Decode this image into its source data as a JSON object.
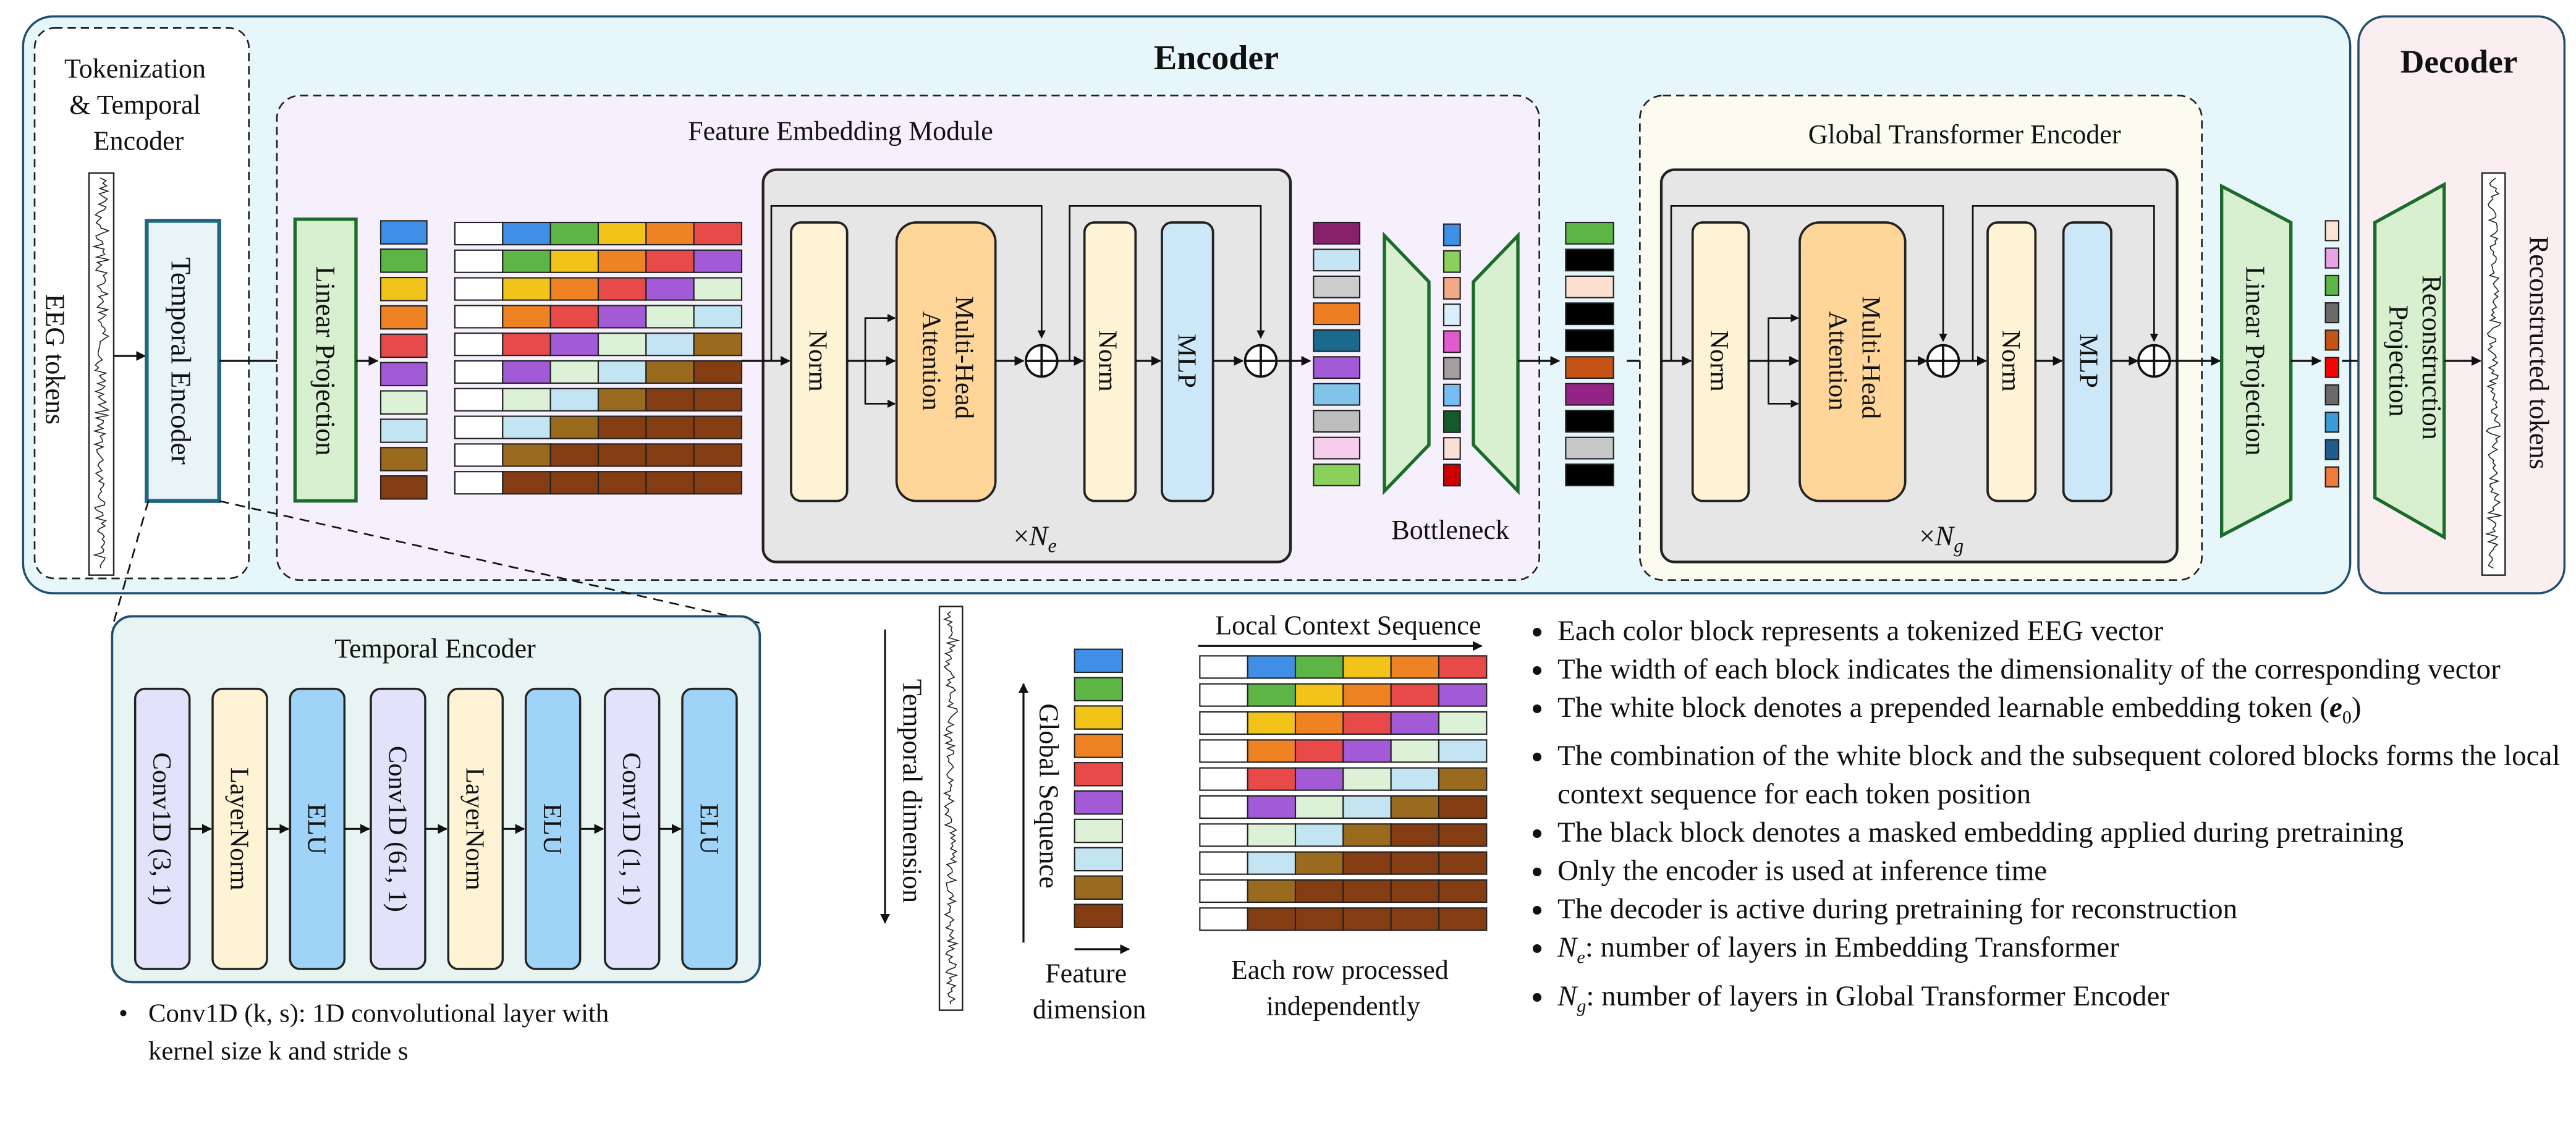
{
  "encoder": {
    "title": "Encoder",
    "tokenization": {
      "title_lines": [
        "Tokenization",
        "& Temporal",
        "Encoder"
      ],
      "input_label": "EEG tokens",
      "temporal_encoder_label": "Temporal Encoder"
    },
    "feature_embedding": {
      "title": "Feature Embedding Module",
      "linear_projection": "Linear Projection",
      "norm1": "Norm",
      "attention_lines": [
        "Multi-Head",
        "Attention"
      ],
      "norm2": "Norm",
      "mlp": "MLP",
      "repeat_prefix": "×",
      "repeat_symbol": "N",
      "repeat_sub": "e"
    },
    "bottleneck": "Bottleneck",
    "global_transformer": {
      "title": "Global Transformer Encoder",
      "norm1": "Norm",
      "attention_lines": [
        "Multi-Head",
        "Attention"
      ],
      "norm2": "Norm",
      "mlp": "MLP",
      "repeat_prefix": "×",
      "repeat_symbol": "N",
      "repeat_sub": "g"
    },
    "output_projection": "Linear Projection"
  },
  "decoder": {
    "title": "Decoder",
    "reconstruction_lines": [
      "Reconstruction",
      "Projection"
    ],
    "output_label": "Reconstructed tokens"
  },
  "temporal_encoder_detail": {
    "title": "Temporal Encoder",
    "layers": [
      "Conv1D (3, 1)",
      "LayerNorm",
      "ELU",
      "Conv1D (61, 1)",
      "LayerNorm",
      "ELU",
      "Conv1D (1, 1)",
      "ELU"
    ],
    "note_lines": [
      "Conv1D (k, s): 1D convolutional layer with",
      "kernel size k and stride s"
    ]
  },
  "legend": {
    "temporal_dimension": "Temporal dimension",
    "global_sequence": "Global Sequence",
    "feature_dimension_lines": [
      "Feature",
      "dimension"
    ],
    "local_context_sequence": "Local Context Sequence",
    "each_row_lines": [
      "Each row processed",
      "independently"
    ]
  },
  "notes": [
    "Each color block represents a tokenized EEG vector",
    "The width of each block indicates the dimensionality of the corresponding vector",
    "The white block denotes a prepended learnable embedding token (e0)",
    "The combination of the white block and the subsequent colored blocks forms the local context sequence for each token position",
    "The black block denotes a masked embedding applied during pretraining",
    "Only the encoder is used at inference time",
    "The decoder is active during pretraining for reconstruction",
    "Ne: number of layers in Embedding Transformer",
    "Ng: number of layers in Global Transformer Encoder"
  ],
  "colors": {
    "encoder_bg": "#e6f6fb",
    "decoder_bg": "#fbeef0",
    "feature_module_bg": "#f6effc",
    "global_module_bg": "#fbfbf0",
    "transformer_block_bg": "#e6e6e6",
    "norm": "#fff3d6",
    "attention": "#fed69a",
    "mlp": "#cce8f8",
    "projection": "#d8f0d0",
    "conv": "#e2e2fa",
    "elu": "#9fd3f7",
    "token_palette": [
      "#3f8fe6",
      "#5cb545",
      "#f2c318",
      "#ef8223",
      "#e84a4a",
      "#a35ad6",
      "#dcf1d6",
      "#c3e4f3",
      "#9a6a1e",
      "#843d13"
    ],
    "compressed_tokens": [
      "#87216b",
      "#c5e4f4",
      "#cccccc",
      "#ee7e22",
      "#1a6a8e",
      "#a35ad6",
      "#82c3ea",
      "#bdbdbd",
      "#f6cdea",
      "#8bd05a"
    ],
    "bottleneck_tokens": [
      "#3f8fe6",
      "#8bd05a",
      "#f3a888",
      "#dbeefb",
      "#e25ad0",
      "#a0a0a0",
      "#77bdf2",
      "#145a2a",
      "#fbe0d6",
      "#cc0000"
    ],
    "masked_tokens": [
      "#5cb545",
      "#000000",
      "#fde0d2",
      "#000000",
      "#000000",
      "#c45316",
      "#942385",
      "#000000",
      "#c8c8c8",
      "#000000"
    ],
    "decoder_tokens": [
      "#fde3d6",
      "#e9a3e6",
      "#5cb545",
      "#6a6a6a",
      "#c45316",
      "#ff0000",
      "#6a6a6a",
      "#3c9ad6",
      "#1f5e8c",
      "#ef7a3a"
    ]
  }
}
